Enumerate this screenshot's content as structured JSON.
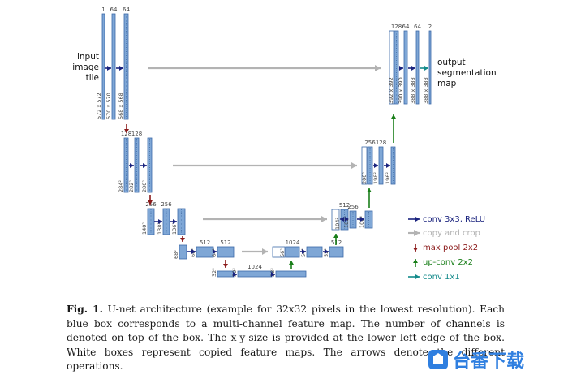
{
  "diagram": {
    "feature_maps": [
      {
        "id": "fm-1",
        "channels": "1",
        "size": "572 x 572"
      },
      {
        "id": "fm-2",
        "channels": "64",
        "size": "570 x 570"
      },
      {
        "id": "fm-3",
        "channels": "64",
        "size": "568 x 568"
      },
      {
        "id": "fm-4",
        "channels": "128",
        "size": "284²"
      },
      {
        "id": "fm-5",
        "channels": "128",
        "size": "282²"
      },
      {
        "id": "fm-6",
        "channels": "",
        "size": "280²"
      },
      {
        "id": "fm-7",
        "channels": "256",
        "size": "140²"
      },
      {
        "id": "fm-8",
        "channels": "256",
        "size": "138²"
      },
      {
        "id": "fm-9",
        "channels": "",
        "size": "136²"
      },
      {
        "id": "fm-10",
        "channels": "",
        "size": "68²"
      },
      {
        "id": "fm-11",
        "channels": "512",
        "size": "66²"
      },
      {
        "id": "fm-12",
        "channels": "512",
        "size": "64²"
      },
      {
        "id": "fm-13",
        "channels": "",
        "size": "32²"
      },
      {
        "id": "fm-14",
        "channels": "1024",
        "size": "30²"
      },
      {
        "id": "fm-15",
        "channels": "",
        "size": "28²"
      },
      {
        "id": "fm-16",
        "channels": "1024",
        "size": "56²"
      },
      {
        "id": "fm-17",
        "channels": "",
        "size": "54²"
      },
      {
        "id": "fm-18",
        "channels": "512",
        "size": "52²"
      },
      {
        "id": "fm-19",
        "channels": "512",
        "size": "104²"
      },
      {
        "id": "fm-20",
        "channels": "256",
        "size": "102²"
      },
      {
        "id": "fm-21",
        "channels": "",
        "size": "100²"
      },
      {
        "id": "fm-22",
        "channels": "256",
        "size": "200²"
      },
      {
        "id": "fm-23",
        "channels": "128",
        "size": "198²"
      },
      {
        "id": "fm-24",
        "channels": "",
        "size": "196²"
      },
      {
        "id": "fm-25",
        "channels": "128",
        "size": "392 x 392"
      },
      {
        "id": "fm-26",
        "channels": "64",
        "size": "390 x 390"
      },
      {
        "id": "fm-27",
        "channels": "64",
        "size": "388 x 388"
      },
      {
        "id": "fm-28",
        "channels": "2",
        "size": "388 x 388"
      }
    ],
    "input_label": [
      "input",
      "image",
      "tile"
    ],
    "output_label": [
      "output",
      "segmentation",
      "map"
    ],
    "legend": [
      {
        "arrow": "conv",
        "label": "conv 3x3, ReLU",
        "color": "#1a237e"
      },
      {
        "arrow": "copy",
        "label": "copy and crop",
        "color": "#b3b3b3"
      },
      {
        "arrow": "pool",
        "label": "max pool 2x2",
        "color": "#8b1a1a"
      },
      {
        "arrow": "upconv",
        "label": "up-conv 2x2",
        "color": "#1a7f1a"
      },
      {
        "arrow": "conv1",
        "label": "conv 1x1",
        "color": "#138a8a"
      }
    ],
    "colors": {
      "box_fill": "#7fa7d6",
      "box_stroke": "#3c6aa8",
      "copied_fill": "#ffffff"
    }
  },
  "caption": {
    "label": "Fig. 1.",
    "text": " U-net architecture (example for 32x32 pixels in the lowest resolution). Each blue box corresponds to a multi-channel feature map. The number of channels is denoted on top of the box. The x-y-size is provided at the lower left edge of the box. White boxes represent copied feature maps. The arrows denote the different operations."
  },
  "watermark": {
    "text": "台番下载"
  }
}
